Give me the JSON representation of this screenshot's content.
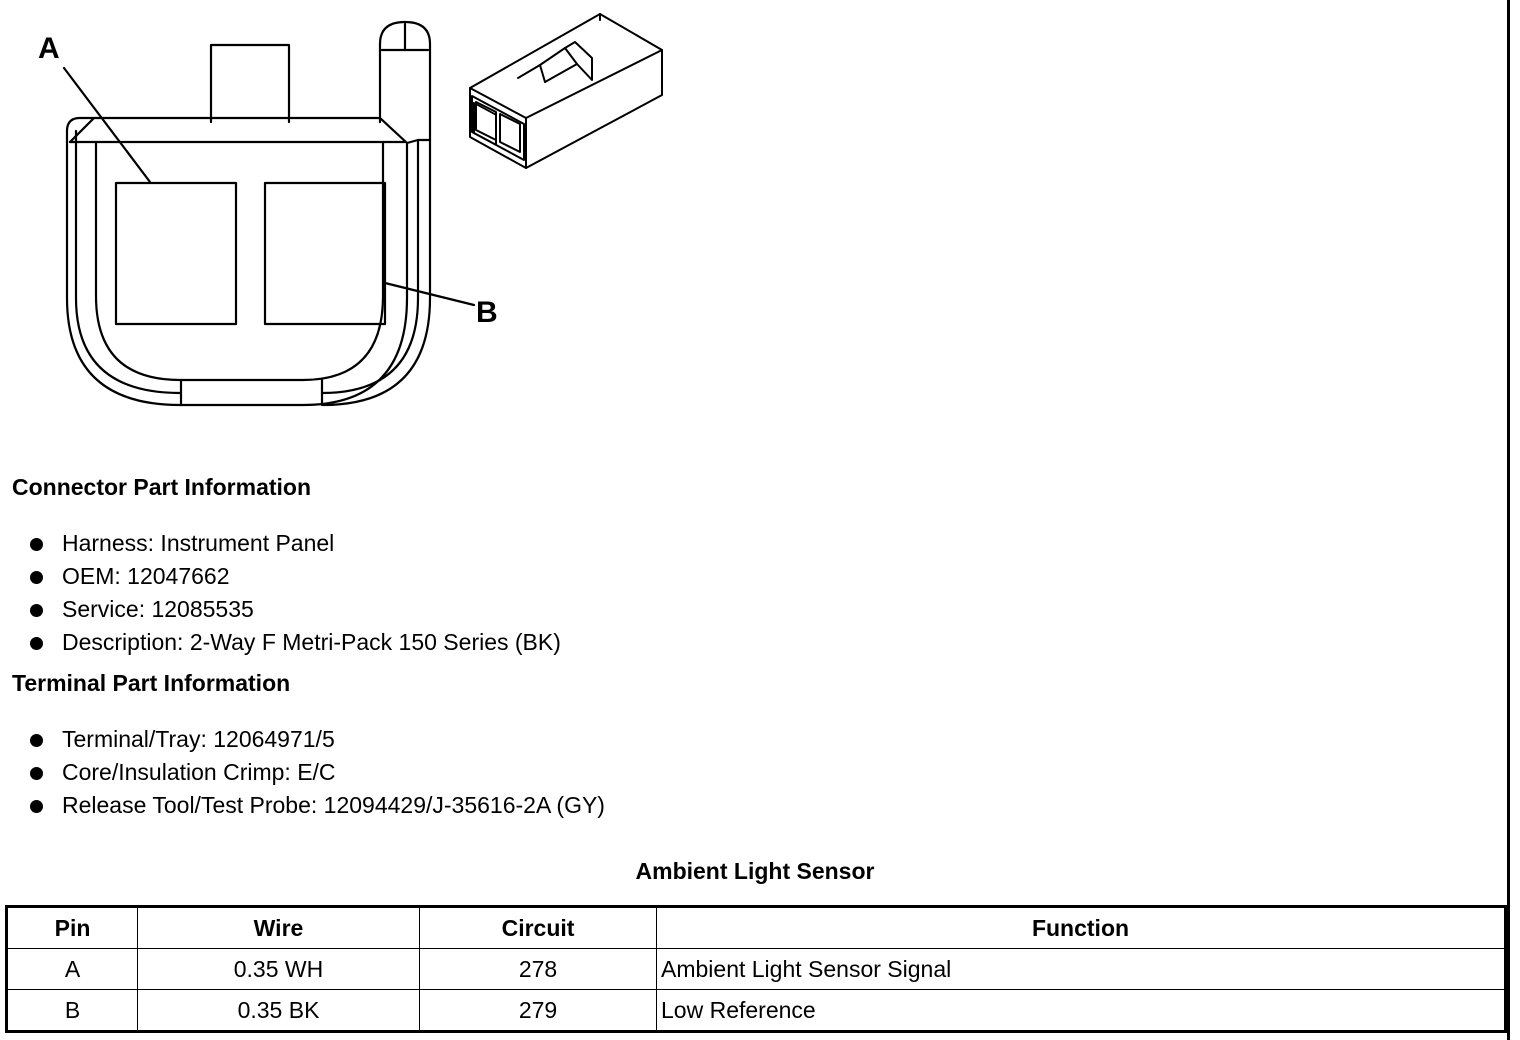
{
  "diagram": {
    "labels": {
      "pin_a": "A",
      "pin_b": "B"
    }
  },
  "connector_info": {
    "heading": "Connector Part Information",
    "items": [
      "Harness: Instrument Panel",
      "OEM: 12047662",
      "Service: 12085535",
      "Description: 2-Way F Metri-Pack 150 Series (BK)"
    ]
  },
  "terminal_info": {
    "heading": "Terminal Part Information",
    "items": [
      "Terminal/Tray: 12064971/5",
      "Core/Insulation Crimp: E/C",
      "Release Tool/Test Probe: 12094429/J-35616-2A (GY)"
    ]
  },
  "pin_table": {
    "title": "Ambient Light Sensor",
    "headers": {
      "pin": "Pin",
      "wire": "Wire",
      "circuit": "Circuit",
      "function": "Function"
    },
    "rows": [
      {
        "pin": "A",
        "wire": "0.35 WH",
        "circuit": "278",
        "function": "Ambient Light Sensor Signal"
      },
      {
        "pin": "B",
        "wire": "0.35 BK",
        "circuit": "279",
        "function": "Low Reference"
      }
    ]
  }
}
